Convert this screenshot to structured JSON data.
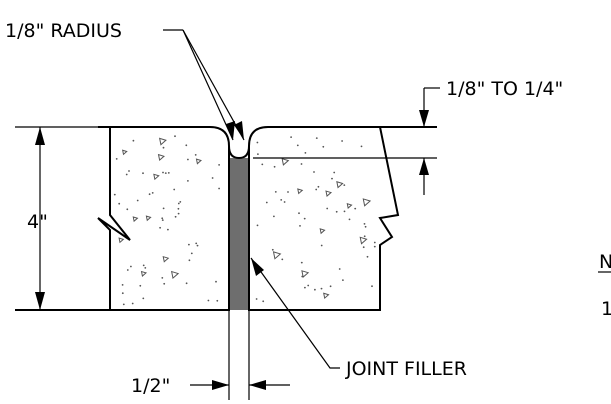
{
  "labels": {
    "radius": "1/8\" RADIUS",
    "depth": "1/8\" TO 1/4\"",
    "thickness": "4\"",
    "width": "1/2\"",
    "filler": "JOINT FILLER",
    "note_heading": "N",
    "note_number": "1"
  },
  "colors": {
    "filler": "#6e6e6e",
    "ink": "#000000"
  }
}
